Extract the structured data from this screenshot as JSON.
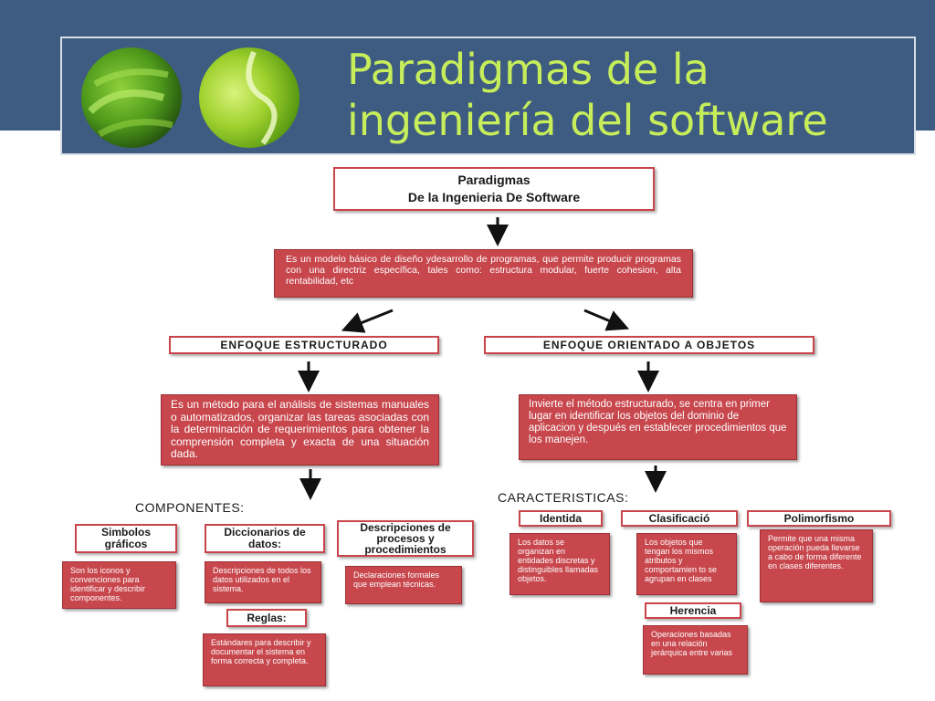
{
  "slide": {
    "title": "Paradigmas de la ingeniería del software",
    "colors": {
      "header": "#3e5c82",
      "title": "#c7ee5a",
      "box_red": "#c7474d",
      "box_border": "#c9454b"
    }
  },
  "diagram": {
    "root": {
      "line1": "Paradigmas",
      "line2": "De la Ingenieria De Software"
    },
    "definition": "Es un modelo básico de diseño ydesarrollo de programas, que permite producir programas con una directriz específica, tales como: estructura modular, fuerte cohesion, alta rentabilidad, etc",
    "structured": {
      "heading": "ENFOQUE ESTRUCTURADO",
      "description": "Es un método para el análisis de sistemas manuales o automatizados, organizar las tareas asociadas con la determinación de requerimientos para obtener la comprensión completa y exacta de una situación dada.",
      "components_label": "COMPONENTES:",
      "components": [
        {
          "title": "Simbolos gráficos",
          "text": "Son los iconos y convenciones para identificar y describir componentes."
        },
        {
          "title": "Diccionarios de datos:",
          "text": "Descripciones de todos los datos utilizados en el sistema."
        },
        {
          "title": "Descripciones de procesos y procedimientos",
          "text": "Declaraciones formales que emplean técnicas."
        },
        {
          "title": "Reglas:",
          "text": "Estándares para describir y documentar el sistema en forma correcta y completa."
        }
      ]
    },
    "object_oriented": {
      "heading": "ENFOQUE ORIENTADO A OBJETOS",
      "description": "Invierte el método estructurado, se centra en primer lugar en identificar los objetos del dominio de aplicacion y después en establecer procedimientos que los manejen.",
      "characteristics_label": "CARACTERISTICAS:",
      "characteristics": [
        {
          "title": "Identida",
          "text": "Los datos se organizan en entidades discretas y distinguibles llamadas objetos."
        },
        {
          "title": "Clasificació",
          "text": "Los objetos que tengan los mismos atributos y comportamien to se agrupan en clases"
        },
        {
          "title": "Polimorfismo",
          "text": "Permite que una misma operación pueda llevarse a cabo de forma diferente en clases diferentes."
        },
        {
          "title": "Herencia",
          "text": "Operaciones basadas en una relación jerárquica entre varias"
        }
      ]
    }
  }
}
